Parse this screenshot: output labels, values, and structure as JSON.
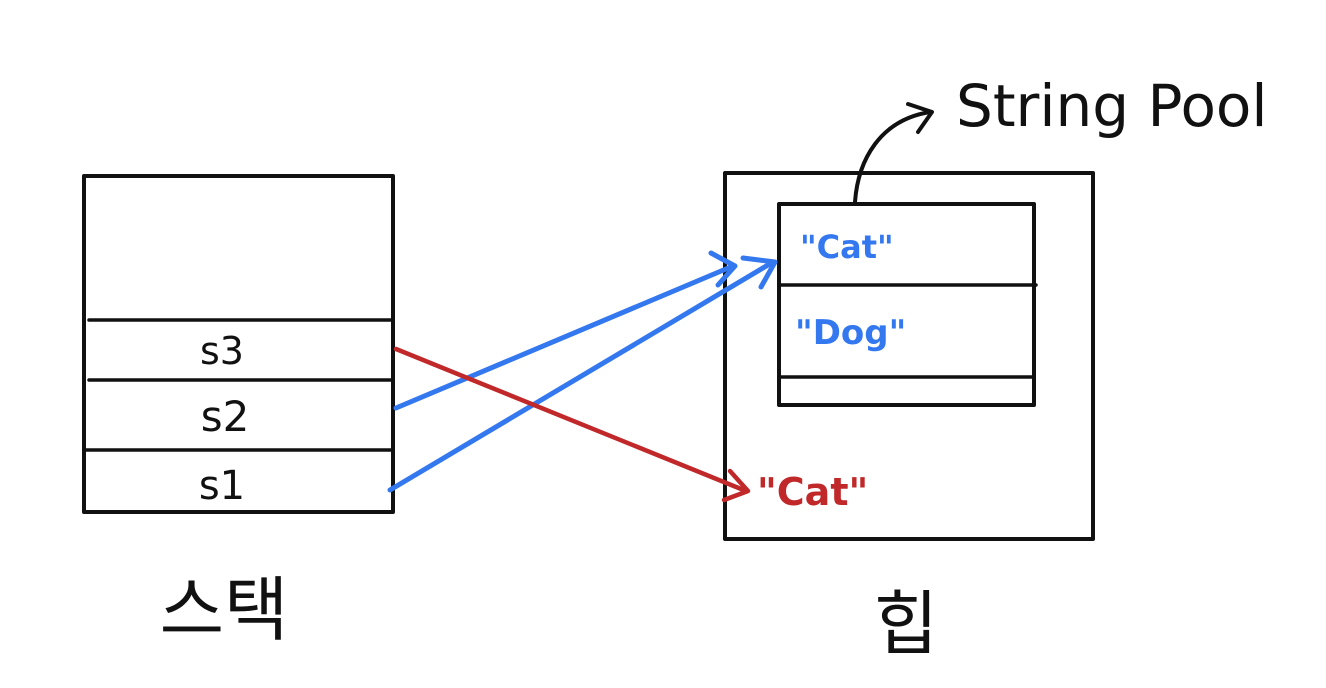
{
  "stack": {
    "caption": "스택",
    "rows": [
      {
        "label": "s3"
      },
      {
        "label": "s2"
      },
      {
        "label": "s1"
      }
    ]
  },
  "heap": {
    "caption": "힙",
    "pool": {
      "title": "String Pool",
      "entries": [
        {
          "text": "\"Cat\""
        },
        {
          "text": "\"Dog\""
        }
      ]
    },
    "object": {
      "text": "\"Cat\""
    }
  },
  "colors": {
    "ink": "#111111",
    "pool_reference": "#3478f0",
    "heap_reference": "#c0282a"
  }
}
